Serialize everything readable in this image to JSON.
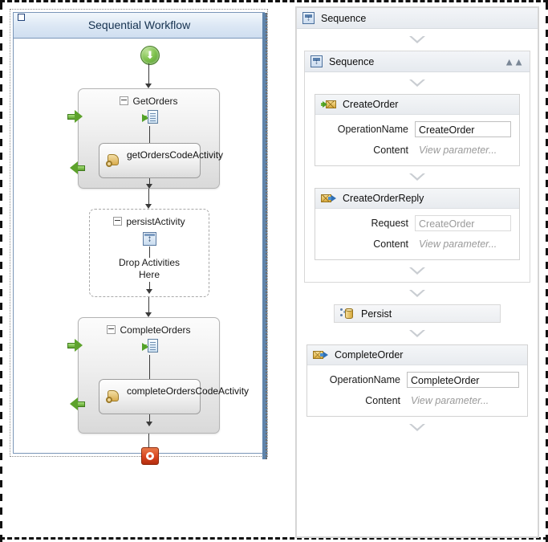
{
  "left_designer": {
    "title": "Sequential Workflow",
    "start_icon": "start-arrow-down-icon",
    "stop_icon": "stop-square-icon",
    "activities": [
      {
        "name": "GetOrders",
        "type": "composite",
        "in_arrow_icon": "green-arrow-right-icon",
        "out_arrow_icon": "green-arrow-left-icon",
        "receive_icon": "receive-message-icon",
        "child": {
          "label": "getOrdersCodeActivity",
          "icon": "code-scroll-icon"
        }
      },
      {
        "name": "persistActivity",
        "type": "drop-target",
        "icon": "persist-icon",
        "drop_text_line1": "Drop Activities",
        "drop_text_line2": "Here"
      },
      {
        "name": "CompleteOrders",
        "type": "composite",
        "in_arrow_icon": "green-arrow-right-icon",
        "out_arrow_icon": "green-arrow-left-icon",
        "receive_icon": "receive-message-icon",
        "child": {
          "label": "completeOrdersCodeActivity",
          "icon": "code-scroll-icon"
        }
      }
    ]
  },
  "right_designer": {
    "outer_sequence": {
      "title": "Sequence",
      "icon": "sequence-icon"
    },
    "inner_sequence": {
      "title": "Sequence",
      "icon": "sequence-icon",
      "collapse_icon": "chevron-double-up-icon"
    },
    "activities": [
      {
        "id": "create-order",
        "title": "CreateOrder",
        "icon": "receive-envelope-icon",
        "fields": [
          {
            "label": "OperationName",
            "value": "CreateOrder",
            "kind": "input",
            "disabled": false
          },
          {
            "label": "Content",
            "value": "View parameter...",
            "kind": "ghost"
          }
        ]
      },
      {
        "id": "create-order-reply",
        "title": "CreateOrderReply",
        "icon": "send-reply-envelope-icon",
        "fields": [
          {
            "label": "Request",
            "value": "CreateOrder",
            "kind": "input",
            "disabled": true
          },
          {
            "label": "Content",
            "value": "View parameter...",
            "kind": "ghost"
          }
        ]
      },
      {
        "id": "persist",
        "title": "Persist",
        "icon": "persist-database-icon"
      },
      {
        "id": "complete-order",
        "title": "CompleteOrder",
        "icon": "receive-envelope-icon",
        "fields": [
          {
            "label": "OperationName",
            "value": "CompleteOrder",
            "kind": "input",
            "disabled": false
          },
          {
            "label": "Content",
            "value": "View parameter...",
            "kind": "ghost"
          }
        ]
      }
    ],
    "drop_indicator_icon": "triangle-down-drop-icon"
  },
  "colors": {
    "header_blue": "#dbe7f4",
    "header_border": "#7a96b8",
    "start_green": "#7cc04a",
    "stop_red": "#d9441f",
    "envelope_yellow": "#d9ab3e",
    "arrow_green": "#5da22c",
    "arrow_blue": "#2f6fb5",
    "ghost_text": "#9a9a9a"
  }
}
